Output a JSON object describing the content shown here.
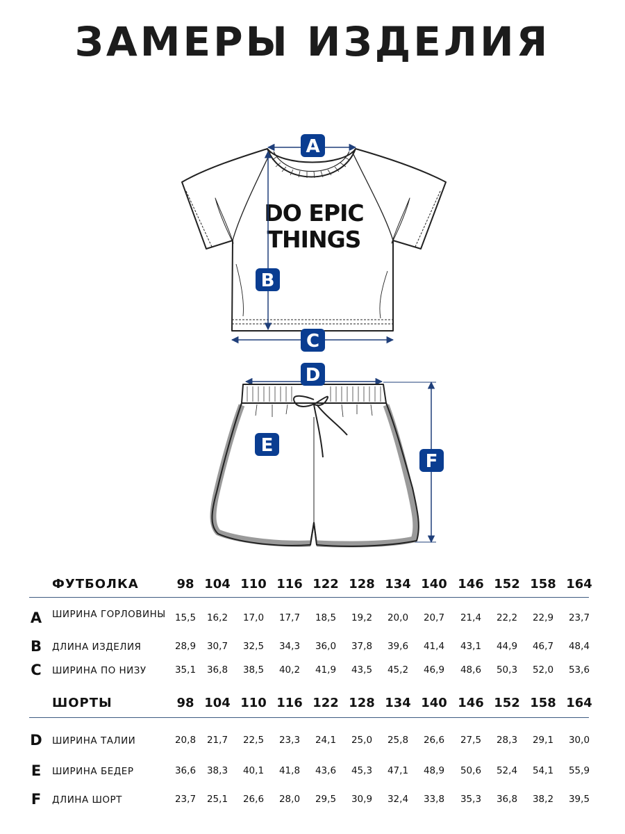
{
  "page": {
    "title": "ЗАМЕРЫ ИЗДЕЛИЯ"
  },
  "tshirt_print": {
    "line1": "DO EPIC",
    "line2": "THINGS"
  },
  "badges": {
    "a": "A",
    "b": "B",
    "c": "C",
    "d": "D",
    "e": "E",
    "f": "F"
  },
  "colors": {
    "badge": "#0a3d91",
    "line": "#1f3f7a",
    "rule": "#3d5a80",
    "text": "#111111"
  },
  "sizes": [
    "98",
    "104",
    "110",
    "116",
    "122",
    "128",
    "134",
    "140",
    "146",
    "152",
    "158",
    "164"
  ],
  "tshirt_table": {
    "name": "ФУТБОЛКА",
    "rows": [
      {
        "letter": "A",
        "label": "ШИРИНА ГОРЛОВИНЫ",
        "values": [
          "15,5",
          "16,2",
          "17,0",
          "17,7",
          "18,5",
          "19,2",
          "20,0",
          "20,7",
          "21,4",
          "22,2",
          "22,9",
          "23,7"
        ]
      },
      {
        "letter": "B",
        "label": "ДЛИНА ИЗДЕЛИЯ",
        "values": [
          "28,9",
          "30,7",
          "32,5",
          "34,3",
          "36,0",
          "37,8",
          "39,6",
          "41,4",
          "43,1",
          "44,9",
          "46,7",
          "48,4"
        ]
      },
      {
        "letter": "C",
        "label": "ШИРИНА ПО НИЗУ",
        "values": [
          "35,1",
          "36,8",
          "38,5",
          "40,2",
          "41,9",
          "43,5",
          "45,2",
          "46,9",
          "48,6",
          "50,3",
          "52,0",
          "53,6"
        ]
      }
    ]
  },
  "shorts_table": {
    "name": "ШОРТЫ",
    "rows": [
      {
        "letter": "D",
        "label": "ШИРИНА ТАЛИИ",
        "values": [
          "20,8",
          "21,7",
          "22,5",
          "23,3",
          "24,1",
          "25,0",
          "25,8",
          "26,6",
          "27,5",
          "28,3",
          "29,1",
          "30,0"
        ]
      },
      {
        "letter": "E",
        "label": "ШИРИНА БЕДЕР",
        "values": [
          "36,6",
          "38,3",
          "40,1",
          "41,8",
          "43,6",
          "45,3",
          "47,1",
          "48,9",
          "50,6",
          "52,4",
          "54,1",
          "55,9"
        ]
      },
      {
        "letter": "F",
        "label": "ДЛИНА ШОРТ",
        "values": [
          "23,7",
          "25,1",
          "26,6",
          "28,0",
          "29,5",
          "30,9",
          "32,4",
          "33,8",
          "35,3",
          "36,8",
          "38,2",
          "39,5"
        ]
      }
    ]
  }
}
